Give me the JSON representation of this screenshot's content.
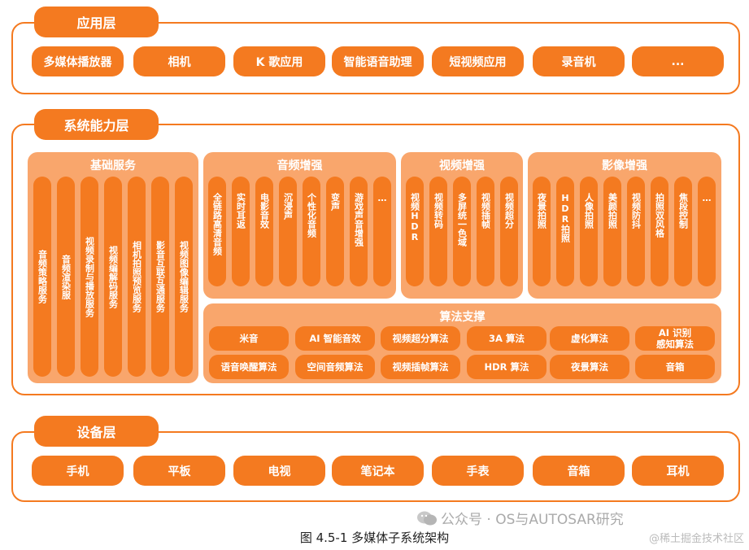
{
  "application_layer": {
    "title": "应用层",
    "items": [
      "多媒体播放器",
      "相机",
      "K 歌应用",
      "智能语音助理",
      "短视频应用",
      "录音机",
      "..."
    ]
  },
  "capability_layer": {
    "title": "系统能力层",
    "basic_services": {
      "title": "基础服务",
      "items": [
        "音频策略服务",
        "音频渲染服",
        "视频录制与播放服务",
        "视频编解码服务",
        "相机拍照预览服务",
        "影音互联互通服务",
        "视频图像编辑服务"
      ]
    },
    "audio_enhance": {
      "title": "音频增强",
      "items": [
        "全链路高清音频",
        "实时耳返",
        "电影音效",
        "沉浸声",
        "个性化音频",
        "变声",
        "游戏声音增强",
        "…"
      ]
    },
    "video_enhance": {
      "title": "视频增强",
      "items": [
        "视频HDR",
        "视频转码",
        "多屏统一色域",
        "视频插帧",
        "视频超分"
      ]
    },
    "image_enhance": {
      "title": "影像增强",
      "items": [
        "夜景拍照",
        "HDR拍照",
        "人像拍照",
        "美颜拍照",
        "视频防抖",
        "拍照双风格",
        "焦段控制",
        "…"
      ]
    },
    "algorithm_support": {
      "title": "算法支撑",
      "row1": [
        "米音",
        "AI 智能音效",
        "视频超分算法",
        "3A 算法",
        "虚化算法",
        "AI 识别\n感知算法"
      ],
      "row2": [
        "语音唤醒算法",
        "空间音频算法",
        "视频插帧算法",
        "HDR 算法",
        "夜景算法",
        "音箱"
      ]
    }
  },
  "device_layer": {
    "title": "设备层",
    "items": [
      "手机",
      "平板",
      "电视",
      "笔记本",
      "手表",
      "音箱",
      "耳机"
    ]
  },
  "caption": "图 4.5-1 多媒体子系统架构",
  "watermark": "公众号 · OS与AUTOSAR研究",
  "watermark2": "@稀土掘金技术社区"
}
